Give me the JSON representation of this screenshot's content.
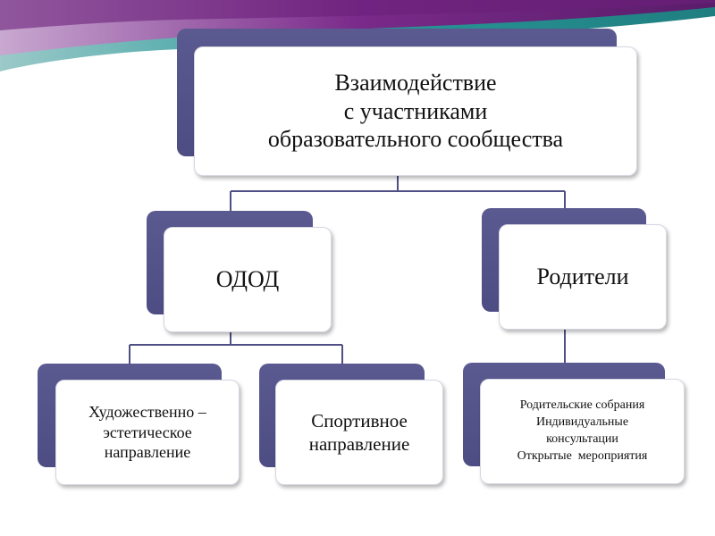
{
  "root": {
    "lines": [
      "Взаимодействие",
      "с участниками",
      "образовательного сообщества"
    ]
  },
  "odod": {
    "label": "ОДОД"
  },
  "parents": {
    "label": "Родители"
  },
  "art": {
    "lines": [
      "Художественно –",
      "эстетическое",
      "направление"
    ]
  },
  "sport": {
    "lines": [
      "Спортивное",
      "направление"
    ]
  },
  "events": {
    "lines": [
      "Родительские собрания",
      "Индивидуальные",
      "консультации",
      "Открытые  мероприятия"
    ]
  },
  "colors": {
    "block_dark": "#4f4f86",
    "line": "#4f4f86",
    "banner_purple": "#7a2a8a",
    "banner_teal": "#2a9a9a"
  }
}
